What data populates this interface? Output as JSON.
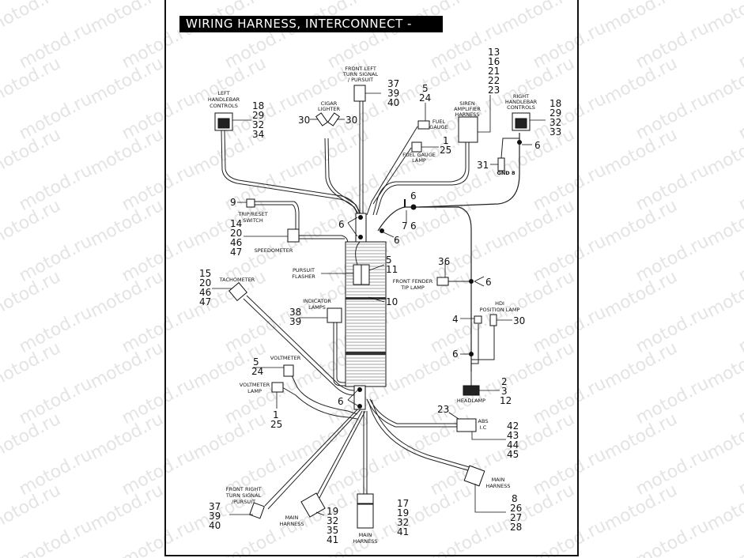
{
  "title": "WIRING HARNESS, INTERCONNECT - FLHTP",
  "watermark": "motod.ru",
  "components": [
    {
      "id": "left-handlebar-controls",
      "label": [
        "LEFT",
        "HANDLEBAR",
        "CONTROLS"
      ],
      "refs": [
        "18",
        "29",
        "32",
        "34"
      ]
    },
    {
      "id": "cigar-lighter",
      "label": [
        "CIGAR",
        "LIGHTER"
      ],
      "refs_left": [
        "30"
      ],
      "refs_right": [
        "30"
      ]
    },
    {
      "id": "front-left-turn-signal",
      "label": [
        "FRONT LEFT",
        "TURN SIGNAL",
        "/ PURSUIT"
      ],
      "refs": [
        "37",
        "39",
        "40"
      ]
    },
    {
      "id": "fuel-gauge",
      "label": [
        "FUEL",
        "GAUGE"
      ],
      "refs": [
        "5",
        "24"
      ]
    },
    {
      "id": "fuel-gauge-lamp",
      "label": [
        "FUEL GAUGE",
        "LAMP"
      ],
      "refs": [
        "1",
        "25"
      ]
    },
    {
      "id": "siren-amplifier-harness",
      "label": [
        "SIREN",
        "AMPLIFIER",
        "HARNESS"
      ],
      "refs": [
        "13",
        "16",
        "21",
        "22",
        "23"
      ]
    },
    {
      "id": "right-handlebar-controls",
      "label": [
        "RIGHT",
        "HANDLEBAR",
        "CONTROLS"
      ],
      "refs": [
        "18",
        "29",
        "32",
        "33"
      ]
    },
    {
      "id": "ground",
      "label": [
        "GND 8"
      ],
      "refs": [
        "31"
      ]
    },
    {
      "id": "trip-reset-switch",
      "label": [
        "TRIP/RESET",
        "SWITCH"
      ],
      "refs": [
        "9"
      ]
    },
    {
      "id": "speedometer",
      "label": [
        "SPEEDOMETER"
      ],
      "refs": [
        "14",
        "20",
        "46",
        "47"
      ]
    },
    {
      "id": "pursuit-flasher",
      "label": [
        "PURSUIT",
        "FLASHER"
      ],
      "refs": [
        "5",
        "11"
      ]
    },
    {
      "id": "tachometer",
      "label": [
        "TACHOMETER"
      ],
      "refs": [
        "15",
        "20",
        "46",
        "47"
      ]
    },
    {
      "id": "indicator-lamps",
      "label": [
        "INDICATOR",
        "LAMPS"
      ],
      "refs": [
        "38",
        "39"
      ]
    },
    {
      "id": "voltmeter",
      "label": [
        "VOLTMETER"
      ],
      "refs": [
        "5",
        "24"
      ]
    },
    {
      "id": "voltmeter-lamp",
      "label": [
        "VOLTMETER",
        "LAMP"
      ],
      "refs": [
        "1",
        "25"
      ]
    },
    {
      "id": "front-fender-tip-lamp",
      "label": [
        "FRONT FENDER",
        "TIP LAMP"
      ],
      "refs": [
        "36"
      ]
    },
    {
      "id": "hdi-position-lamp",
      "label": [
        "HDI",
        "POSITION LAMP"
      ],
      "refs": [
        "30"
      ]
    },
    {
      "id": "headlamp",
      "label": [
        "HEADLAMP"
      ],
      "refs": [
        "2",
        "3",
        "12"
      ]
    },
    {
      "id": "abs-icc",
      "label": [
        "ABS",
        "I.C"
      ],
      "refs": [
        "42",
        "43",
        "44",
        "45"
      ],
      "ref_top": "23"
    },
    {
      "id": "main-harness-right",
      "label": [
        "MAIN",
        "HARNESS"
      ],
      "refs": [
        "8",
        "26",
        "27",
        "28"
      ]
    },
    {
      "id": "front-right-turn-signal",
      "label": [
        "FRONT RIGHT",
        "TURN SIGNAL",
        "/PURSUIT"
      ],
      "refs": [
        "37",
        "39",
        "40"
      ]
    },
    {
      "id": "main-harness-left",
      "label": [
        "MAIN",
        "HARNESS"
      ],
      "refs": [
        "19",
        "32",
        "35",
        "41"
      ]
    },
    {
      "id": "main-harness-bottom",
      "label": [
        "MAIN",
        "HARNESS"
      ],
      "refs": [
        "17",
        "19",
        "32",
        "41"
      ]
    }
  ],
  "callouts": {
    "clip6": "6",
    "item7": "7",
    "item4": "4",
    "item10": "10"
  }
}
